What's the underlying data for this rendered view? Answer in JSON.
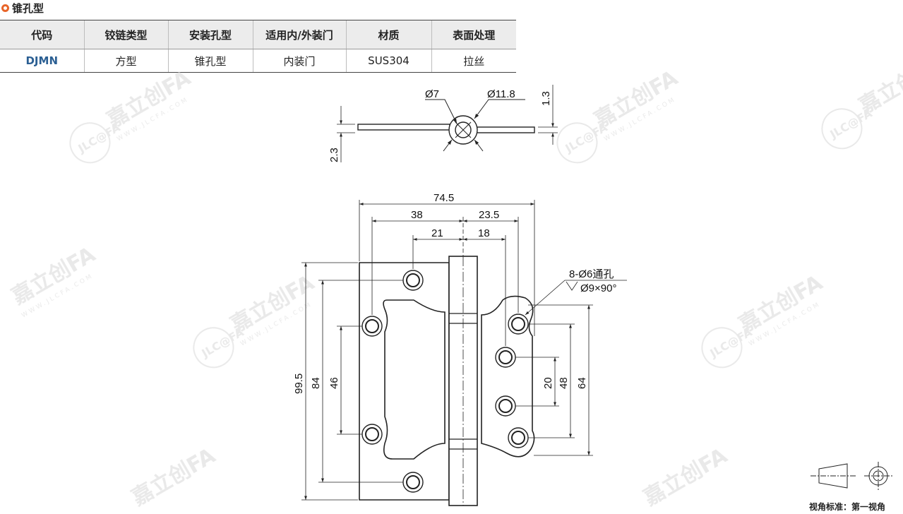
{
  "section": {
    "title": "锥孔型",
    "icon": "ring-icon"
  },
  "spec_table": {
    "headers": [
      "代码",
      "铰链类型",
      "安装孔型",
      "适用内/外装门",
      "材质",
      "表面处理"
    ],
    "rows": [
      [
        "DJMN",
        "方型",
        "锥孔型",
        "内装门",
        "SUS304",
        "拉丝"
      ]
    ]
  },
  "dimensions": {
    "side_hole": "Ø7",
    "side_knuckle": "Ø11.8",
    "side_thickness": "1.3",
    "side_total": "2.3",
    "width_total": "74.5",
    "width_left": "38",
    "width_right": "23.5",
    "offset_left": "21",
    "offset_right": "18",
    "height_total": "99.5",
    "left_holes_outer": "84",
    "left_holes_inner": "46",
    "right_holes_inner": "20",
    "right_holes_mid": "48",
    "right_holes_outer": "64",
    "hole_note_line1": "8-Ø6通孔",
    "hole_note_line2": "Ø9×90°"
  },
  "watermark": {
    "brand": "嘉立创FA",
    "logo": "JLC@FA",
    "url": "WWW.JLCFA.COM"
  },
  "view_standard": "视角标准：第一视角",
  "colors": {
    "accent": "#e8652a",
    "code_text": "#2b5f93",
    "header_bg": "#ececec",
    "line": "#222222"
  }
}
